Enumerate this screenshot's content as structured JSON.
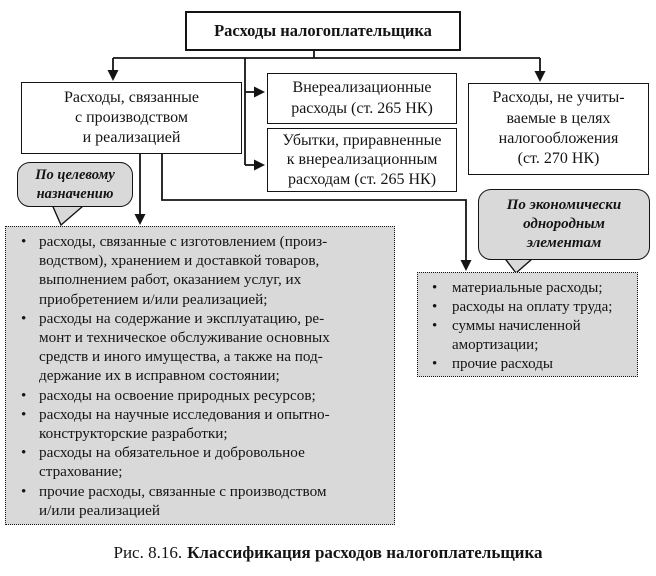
{
  "figure": {
    "caption_prefix": "Рис. 8.16.",
    "caption_title": "Классификация расходов налогоплательщика"
  },
  "nodes": {
    "root": "Расходы налогоплательщика",
    "production": "Расходы, связанные\nс производством\nи реализацией",
    "non_sale": "Внереализационные\nрасходы (ст. 265 НК)",
    "losses": "Убытки, приравненные\nк внереализационным\nрасходам (ст. 265 НК)",
    "not_accounted": "Расходы, не учиты-\nваемые в целях\nналогообложения\n(ст. 270 НК)"
  },
  "callouts": {
    "by_purpose": "По целевому\nназначению",
    "by_elements": "По экономически\nоднородным\nэлементам"
  },
  "lists": {
    "by_purpose": {
      "items": [
        "расходы, связанные с изготовлением (произ-\nводством), хранением и доставкой товаров,\nвыполнением работ, оказанием услуг, их\nприобретением и/или реализацией;",
        "расходы на содержание и эксплуатацию, ре-\nмонт и техническое обслуживание основных\nсредств и иного имущества, а также на под-\nдержание их в исправном состоянии;",
        "расходы на освоение природных ресурсов;",
        "расходы на научные исследования и опытно-\nконструкторские разработки;",
        "расходы на обязательное и добровольное\nстрахование;",
        "прочие расходы, связанные с производством\nи/или реализацией"
      ]
    },
    "by_elements": {
      "items": [
        "материальные расходы;",
        "расходы на оплату труда;",
        "суммы начисленной\nамортизации;",
        "прочие расходы"
      ]
    }
  },
  "colors": {
    "box_fill": "#ffffff",
    "gray_fill": "#d9d9d9",
    "line_color": "#141414"
  }
}
